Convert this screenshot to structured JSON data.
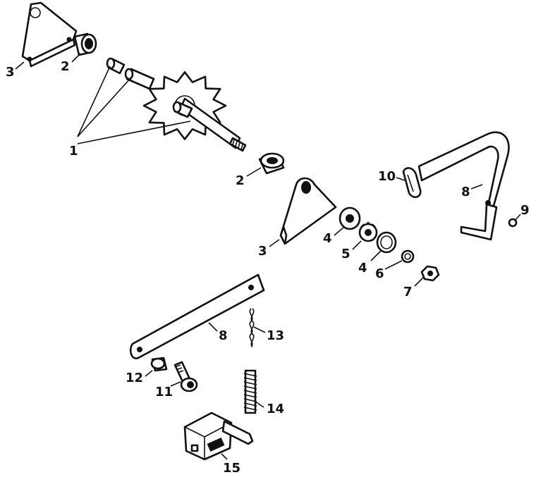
{
  "callouts": {
    "c1": "1",
    "c2a": "2",
    "c2b": "2",
    "c3a": "3",
    "c3b": "3",
    "c4a": "4",
    "c4b": "4",
    "c5": "5",
    "c6": "6",
    "c7": "7",
    "c8a": "8",
    "c8b": "8",
    "c9": "9",
    "c10": "10",
    "c11": "11",
    "c12": "12",
    "c13": "13",
    "c14": "14",
    "c15": "15"
  }
}
